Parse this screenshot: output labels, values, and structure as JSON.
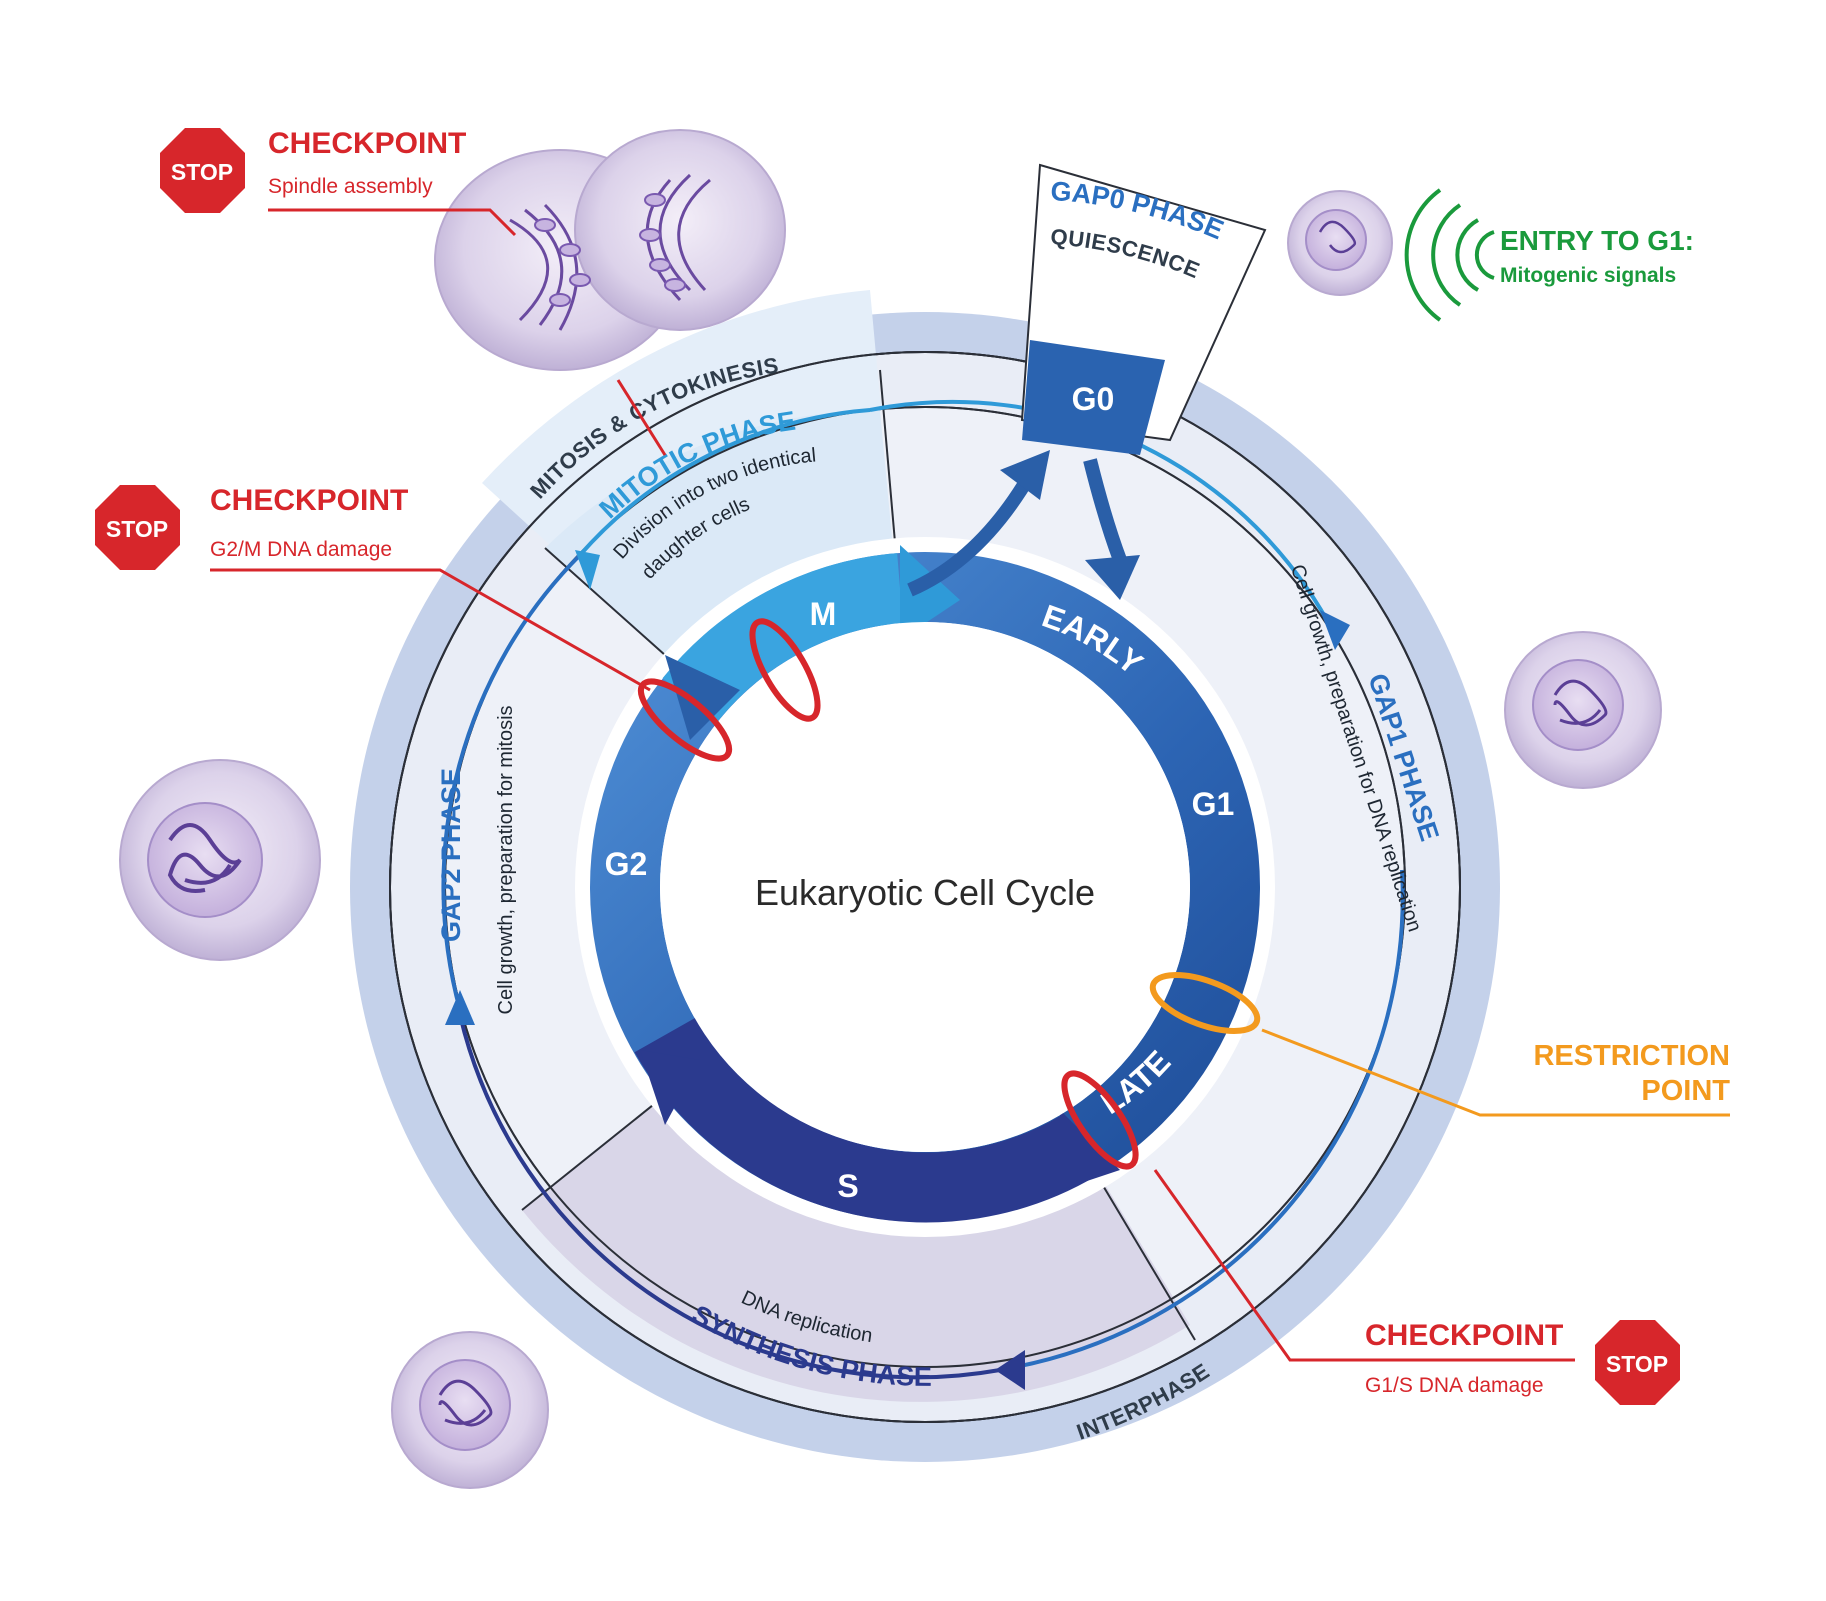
{
  "center_title": "Eukaryotic Cell Cycle",
  "ring_labels": {
    "m": "M",
    "early": "EARLY",
    "g1": "G1",
    "late": "LATE",
    "s": "S",
    "g2": "G2",
    "g0": "G0"
  },
  "outer_labels": {
    "mitosis_cytokinesis": "MITOSIS & CYTOKINESIS",
    "interphase": "INTERPHASE"
  },
  "phases": {
    "mitotic": {
      "title": "MITOTIC PHASE",
      "desc_line1": "Division into two identical",
      "desc_line2": "daughter cells"
    },
    "gap1": {
      "title": "GAP1 PHASE",
      "desc": "Cell growth, preparation for DNA replication"
    },
    "gap2": {
      "title": "GAP2 PHASE",
      "desc": "Cell growth, preparation for mitosis"
    },
    "synthesis": {
      "title": "SYNTHESIS PHASE",
      "desc": "DNA replication"
    },
    "gap0": {
      "title": "GAP0 PHASE",
      "desc": "QUIESCENCE"
    }
  },
  "checkpoints": {
    "spindle": {
      "stop": "STOP",
      "title": "CHECKPOINT",
      "desc": "Spindle assembly"
    },
    "g2m": {
      "stop": "STOP",
      "title": "CHECKPOINT",
      "desc": "G2/M DNA damage"
    },
    "g1s": {
      "stop": "STOP",
      "title": "CHECKPOINT",
      "desc": "G1/S DNA damage"
    }
  },
  "restriction_point": {
    "line1": "RESTRICTION",
    "line2": "POINT"
  },
  "entry_g1": {
    "title": "ENTRY TO G1:",
    "desc": "Mitogenic signals"
  },
  "colors": {
    "checkpoint_red": "#d7262b",
    "restriction_orange": "#f39a1e",
    "entry_green": "#1a9a3c",
    "ring_blue": "#2f6fc0",
    "ring_dark_blue": "#2b3a8e",
    "mitotic_light_blue": "#2f9ad8"
  }
}
